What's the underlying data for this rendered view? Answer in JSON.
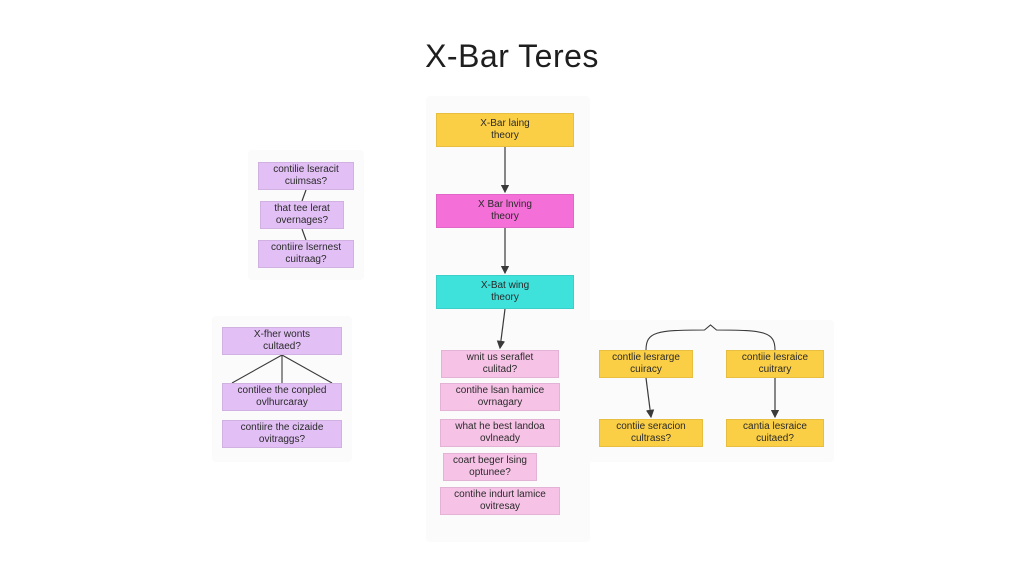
{
  "title": "X-Bar Teres",
  "colors": {
    "yellow": "#fbcf45",
    "magenta": "#f56fd9",
    "cyan": "#3fe1db",
    "lavender": "#e2c0f5",
    "pink": "#f6c3e6",
    "edge": "#3a3a3a"
  },
  "nodes": {
    "top1": {
      "text": "X-Bar laing\ntheory",
      "color": "yellow"
    },
    "top2": {
      "text": "X Bar lnving\ntheory",
      "color": "magenta"
    },
    "top3": {
      "text": "X-Bat wing\ntheory",
      "color": "cyan"
    },
    "tl1": {
      "text": "contilie lseracit\ncuimsas?",
      "color": "lavender"
    },
    "tl2": {
      "text": "that tee lerat\novernages?",
      "color": "lavender"
    },
    "tl3": {
      "text": "contiire lsernest\ncuitraag?",
      "color": "lavender"
    },
    "bl1": {
      "text": "X-fher wonts\ncultaed?",
      "color": "lavender"
    },
    "bl2": {
      "text": "contilee the conpled\novlhurcaray",
      "color": "lavender"
    },
    "bl3": {
      "text": "contiire the cizaide\novitraggs?",
      "color": "lavender"
    },
    "c1": {
      "text": "wnit us seraflet\nculitad?",
      "color": "pink"
    },
    "c2": {
      "text": "contihe lsan hamice\novrnagary",
      "color": "pink"
    },
    "c3": {
      "text": "what he best landoa\novlneady",
      "color": "pink"
    },
    "c4": {
      "text": "coart beger lsing\noptunee?",
      "color": "pink"
    },
    "c5": {
      "text": "contihe indurt lamice\novitresay",
      "color": "pink"
    },
    "r1": {
      "text": "contlie lesrarge\ncuiracy",
      "color": "yellow"
    },
    "r2": {
      "text": "contiie lesraice\ncuitrary",
      "color": "yellow"
    },
    "r3": {
      "text": "contiie seracion\ncultrass?",
      "color": "yellow"
    },
    "r4": {
      "text": "cantia lesraice\ncuitaed?",
      "color": "yellow"
    }
  },
  "edges": [
    {
      "from": "top1",
      "to": "top2",
      "style": "arrow"
    },
    {
      "from": "top2",
      "to": "top3",
      "style": "arrow"
    },
    {
      "from": "top3",
      "to": "c1",
      "style": "arrow"
    },
    {
      "from": "tl1",
      "to": "tl2",
      "style": "line"
    },
    {
      "from": "tl2",
      "to": "tl3",
      "style": "line"
    },
    {
      "from": "bl1",
      "to": "bl2",
      "style": "fan"
    },
    {
      "from": "r1",
      "to": "r3",
      "style": "arrow"
    },
    {
      "from": "r2",
      "to": "r4",
      "style": "arrow"
    },
    {
      "from": "r1",
      "to": "r2",
      "style": "brace"
    }
  ]
}
